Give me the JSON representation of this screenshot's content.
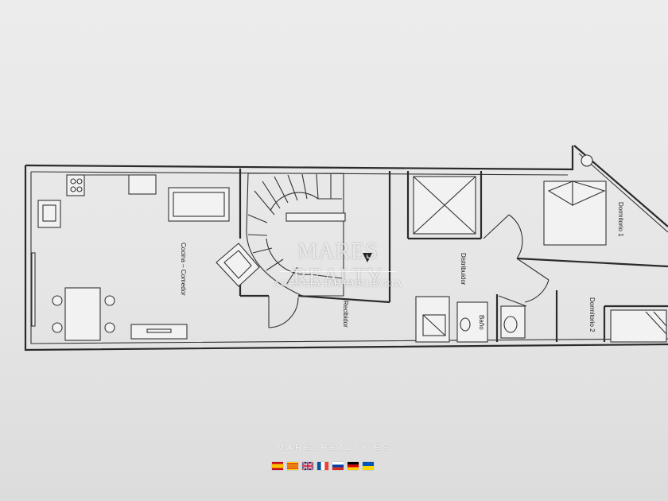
{
  "plan": {
    "rooms": {
      "kitchen_dining": "Cocina – Comedor",
      "hall": "Recibidor",
      "distributor": "Distribuidor",
      "bath": "Baño",
      "bedroom1": "Dormitorio 1",
      "bedroom2": "Dormitorio 2"
    }
  },
  "watermark": {
    "title": "MARES REALTY",
    "subtitle": "AGENCIA IMMOBILIÀRIA"
  },
  "footer": {
    "site": "MARESREALTY.ES",
    "flags": [
      "es",
      "ca",
      "gb",
      "fr",
      "ru",
      "de",
      "ua"
    ]
  }
}
